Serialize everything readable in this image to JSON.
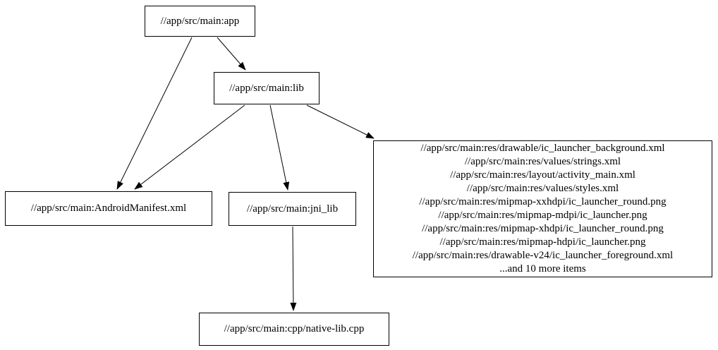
{
  "graph": {
    "background": "#ffffff",
    "node_border_color": "#000000",
    "node_fill_color": "#ffffff",
    "edge_color": "#000000",
    "text_color": "#000000",
    "nodes": {
      "app": {
        "label": "//app/src/main:app"
      },
      "lib": {
        "label": "//app/src/main:lib"
      },
      "manifest": {
        "label": "//app/src/main:AndroidManifest.xml"
      },
      "jni_lib": {
        "label": "//app/src/main:jni_lib"
      },
      "cpp": {
        "label": "//app/src/main:cpp/native-lib.cpp"
      },
      "resources": {
        "lines": [
          "//app/src/main:res/drawable/ic_launcher_background.xml",
          "//app/src/main:res/values/strings.xml",
          "//app/src/main:res/layout/activity_main.xml",
          "//app/src/main:res/values/styles.xml",
          "//app/src/main:res/mipmap-xxhdpi/ic_launcher_round.png",
          "//app/src/main:res/mipmap-mdpi/ic_launcher.png",
          "//app/src/main:res/mipmap-xhdpi/ic_launcher_round.png",
          "//app/src/main:res/mipmap-hdpi/ic_launcher.png",
          "//app/src/main:res/drawable-v24/ic_launcher_foreground.xml",
          "...and 10 more items"
        ]
      }
    },
    "edges": [
      {
        "from": "app",
        "to": "lib"
      },
      {
        "from": "app",
        "to": "manifest"
      },
      {
        "from": "lib",
        "to": "manifest"
      },
      {
        "from": "lib",
        "to": "jni_lib"
      },
      {
        "from": "lib",
        "to": "resources"
      },
      {
        "from": "jni_lib",
        "to": "cpp"
      }
    ]
  }
}
